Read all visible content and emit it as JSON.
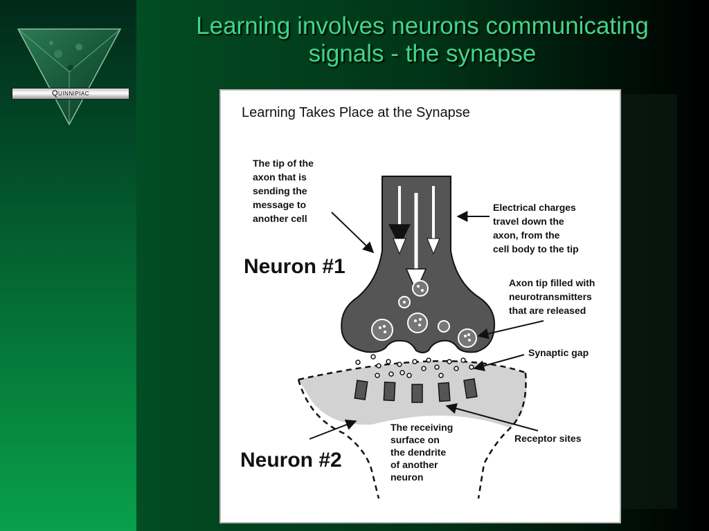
{
  "slide": {
    "title_line1": "Learning involves neurons communicating",
    "title_line2": "signals - the synapse"
  },
  "logo": {
    "text": "Quinnipiac"
  },
  "diagram": {
    "heading": "Learning Takes Place at the Synapse",
    "neuron1_label": "Neuron #1",
    "neuron2_label": "Neuron #2",
    "axon_tip_text": [
      "The tip of the",
      "axon that is",
      "sending the",
      "message to",
      "another cell"
    ],
    "electrical_text": [
      "Electrical charges",
      "travel down the",
      "axon, from the",
      "cell body to the tip"
    ],
    "axon_filled_text": [
      "Axon tip filled with",
      "neurotransmitters",
      "that are released"
    ],
    "synaptic_gap_label": "Synaptic gap",
    "receptor_sites_label": "Receptor sites",
    "receiving_text": [
      "The receiving",
      "surface on",
      "the dendrite",
      "of another",
      "neuron"
    ]
  },
  "colors": {
    "title": "#41d686",
    "neuron_fill": "#555555",
    "dendrite_fill": "#d2d2d2"
  }
}
